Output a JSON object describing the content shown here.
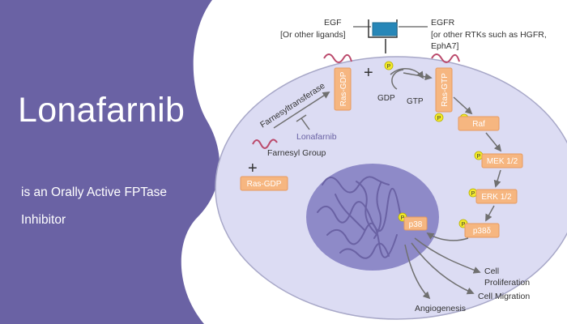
{
  "sidebar": {
    "title": "Lonafarnib",
    "subtitle_line1": "is an Orally Active FPTase",
    "subtitle_line2": "Inhibitor"
  },
  "diagram": {
    "ligand_label_line1": "EGF",
    "ligand_label_line2": "[Or other ligands]",
    "receptor_label_line1": "EGFR",
    "receptor_label_line2": "[or other RTKs such as HGFR,",
    "receptor_label_line3": "EphA7]",
    "ras_gdp_membrane": "Ras-GDP",
    "ras_gdp_cytosol": "Ras-GDP",
    "ras_gtp": "Ras-GTP",
    "gdp": "GDP",
    "gtp": "GTP",
    "farnesyltransferase": "Farnesyltransferase",
    "lonafarnib": "Lonafarnib",
    "farnesyl_group": "Farnesyl Group",
    "raf": "Raf",
    "mek": "MEK 1/2",
    "erk": "ERK 1/2",
    "p38_delta": "p38δ",
    "p38": "p38",
    "phospho": "P",
    "plus": "+",
    "outcome_proliferation_line1": "Cell",
    "outcome_proliferation_line2": "Proliferation",
    "outcome_migration": "Cell Migration",
    "outcome_angiogenesis": "Angiogenesis"
  },
  "colors": {
    "sidebar": "#6a62a4",
    "cell_fill": "#dcdcf3",
    "cell_stroke": "#a8a8c8",
    "nucleus": "#8e8ac8",
    "dna": "#6a62a4",
    "protein_fill": "#f6b680",
    "protein_stroke": "#e79a60",
    "protein_text": "#ffffff",
    "phospho_fill": "#f2ea2a",
    "receptor": "#2787b8",
    "arrow": "#707070",
    "farnesyl": "#bb4a6c",
    "lonafarnib_text": "#6a62a4"
  }
}
